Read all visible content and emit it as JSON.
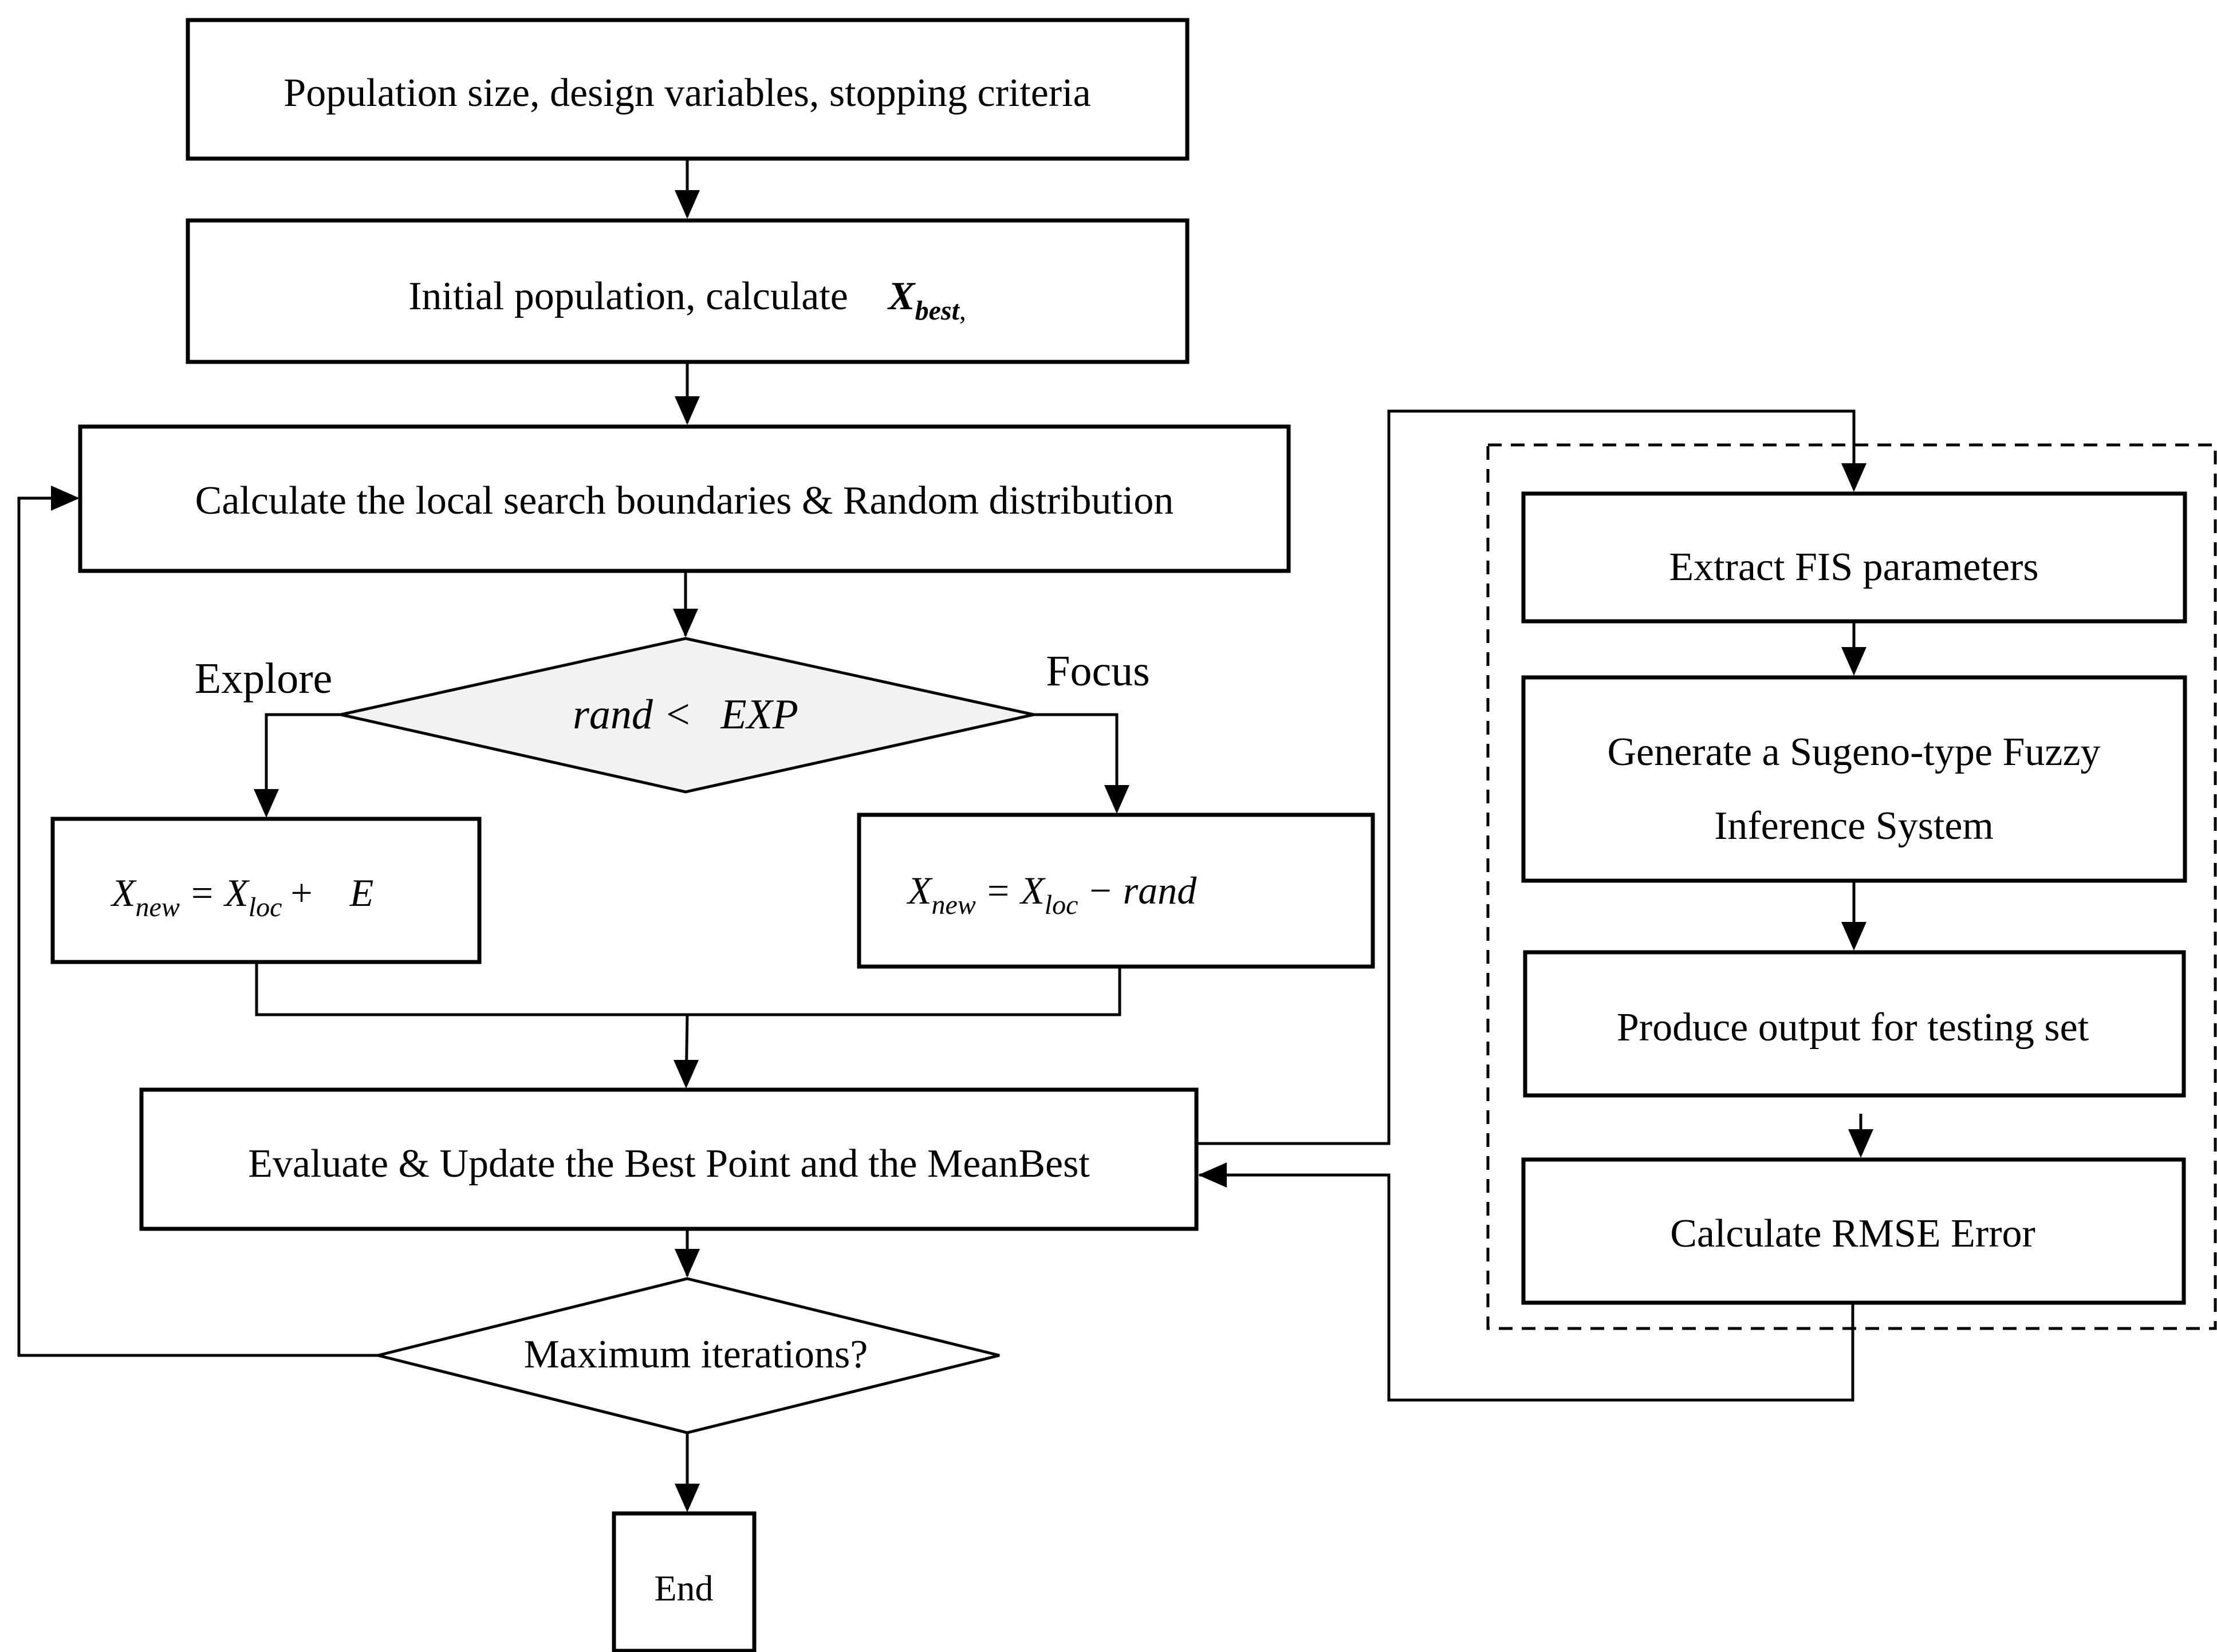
{
  "colors": {
    "stroke": "#000000",
    "background": "#ffffff",
    "decision_fill": "#f2f2f2"
  },
  "boxes": {
    "inputs": "Population size, design variables, stopping criteria",
    "initial_text": "Initial population, calculate",
    "initial_var": "X",
    "initial_sub": "best",
    "initial_comma": ",",
    "boundaries": "Calculate the local search boundaries & Random distribution",
    "evaluate": "Evaluate & Update the Best Point and the MeanBest",
    "end": "End"
  },
  "decisions": {
    "rand_left": "rand <",
    "rand_right": "EXP",
    "max_iter": "Maximum iterations?"
  },
  "branches": {
    "explore": "Explore",
    "focus": "Focus"
  },
  "equations": {
    "explore": {
      "lhs": "X",
      "lhs_sub": "new",
      "eq": "=",
      "rhs": "X",
      "rhs_sub": "loc",
      "op": "+",
      "term": "E"
    },
    "focus": {
      "lhs": "X",
      "lhs_sub": "new",
      "eq": "=",
      "rhs": "X",
      "rhs_sub": "loc",
      "op": "−",
      "term": "rand"
    }
  },
  "fis": {
    "extract": "Extract FIS parameters",
    "generate_line1": "Generate a Sugeno-type Fuzzy",
    "generate_line2": "Inference System",
    "produce": "Produce output for testing set",
    "rmse": "Calculate RMSE Error"
  }
}
